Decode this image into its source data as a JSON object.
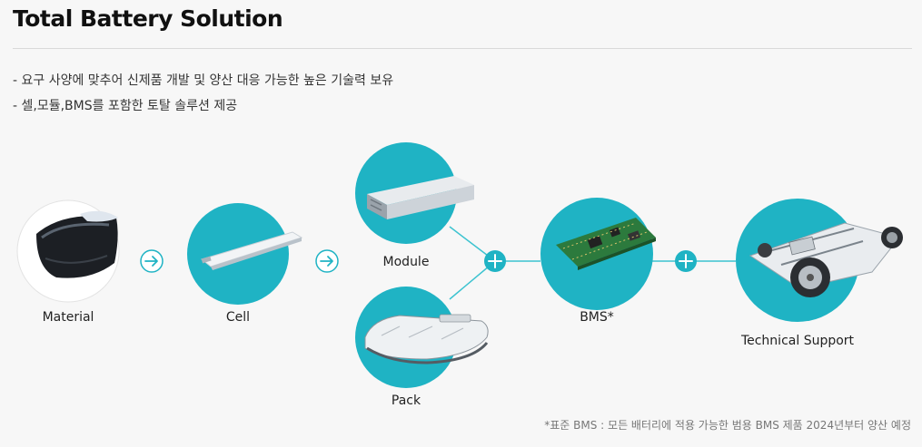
{
  "header": {
    "title": "Total Battery Solution"
  },
  "bullets": [
    "- 요구 사양에 맞추어 신제품 개발 및 양산 대응 가능한 높은 기술력 보유",
    "- 셀,모듈,BMS를 포함한 토탈 솔루션 제공"
  ],
  "diagram": {
    "material": "Material",
    "cell": "Cell",
    "module": "Module",
    "pack": "Pack",
    "bms": "BMS*",
    "support": "Technical Support"
  },
  "footnote": "*표준 BMS : 모든 배터리에 적용 가능한 범용 BMS 제품 2024년부터 양산 예정",
  "colors": {
    "accent": "#1fb3c4",
    "line": "#3cc3d0"
  },
  "icons": [
    "arrow-right-icon",
    "plus-icon"
  ]
}
